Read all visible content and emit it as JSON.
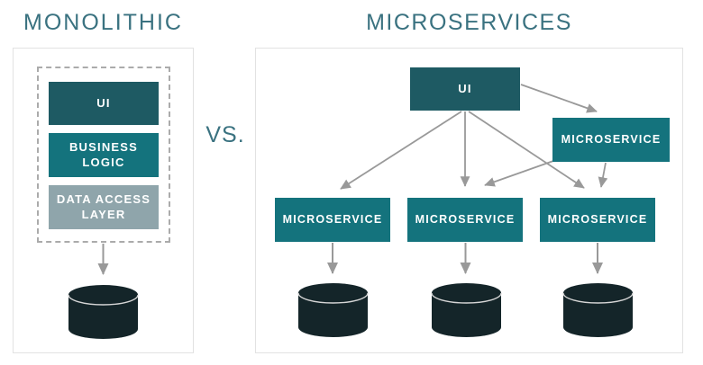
{
  "titles": {
    "monolithic": "MONOLITHIC",
    "microservices": "MICROSERVICES",
    "versus": "VS."
  },
  "colors": {
    "title_text": "#3a7280",
    "dark_teal": "#1e5a63",
    "teal": "#14737d",
    "gray_blue": "#8fa5ab",
    "database": "#142529",
    "database_rim": "#d6d6d6",
    "arrow": "#999999",
    "panel_border": "#e2e2e2",
    "dashed_border": "#ababab",
    "box_text": "#ffffff"
  },
  "monolithic": {
    "layers": [
      {
        "label": "UI",
        "color": "#1e5a63"
      },
      {
        "label": "BUSINESS LOGIC",
        "color": "#14737d"
      },
      {
        "label": "DATA ACCESS LAYER",
        "color": "#8fa5ab"
      }
    ],
    "database_icon": "database-cylinder"
  },
  "microservices": {
    "ui_label": "UI",
    "right_service_label": "MICROSERVICE",
    "bottom_services": [
      "MICROSERVICE",
      "MICROSERVICE",
      "MICROSERVICE"
    ],
    "database_icons": [
      "database-cylinder",
      "database-cylinder",
      "database-cylinder"
    ]
  }
}
